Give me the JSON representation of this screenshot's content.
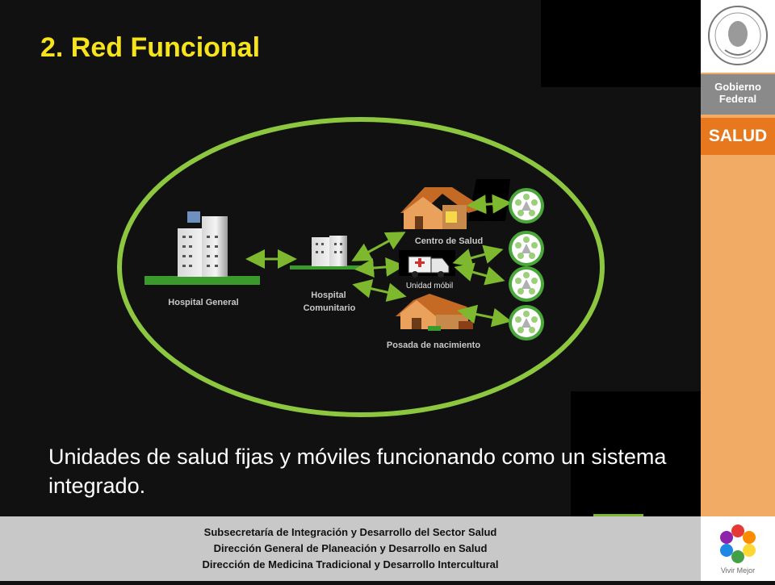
{
  "slide": {
    "title": "2. Red Funcional",
    "caption": "Unidades de salud fijas y móviles funcionando como un sistema integrado."
  },
  "diagram": {
    "nodes": {
      "hospital_general": "Hospital General",
      "hospital_comunitario_line1": "Hospital",
      "hospital_comunitario_line2": "Comunitario",
      "centro_salud": "Centro de Salud",
      "unidad_movil": "Unidad móbil",
      "posada": "Posada de nacimiento"
    }
  },
  "sidebar": {
    "gobierno_line1": "Gobierno",
    "gobierno_line2": "Federal",
    "salud": "SALUD",
    "vivir_mejor": "Vivir Mejor"
  },
  "footer": {
    "line1": "Subsecretaría de Integración y Desarrollo del Sector Salud",
    "line2": "Dirección General de Planeación y Desarrollo en Salud",
    "line3": "Dirección de Medicina Tradicional y Desarrollo Intercultural"
  },
  "colors": {
    "title": "#f6e31c",
    "ellipse": "#8dc63f",
    "arrow": "#7db82e",
    "sidebar": "#f2ab64",
    "salud": "#e8781e"
  },
  "icons": [
    "shield-seal-icon",
    "hospital-building-icon",
    "house-icon",
    "ambulance-icon",
    "community-circle-icon",
    "vivir-mejor-logo"
  ]
}
